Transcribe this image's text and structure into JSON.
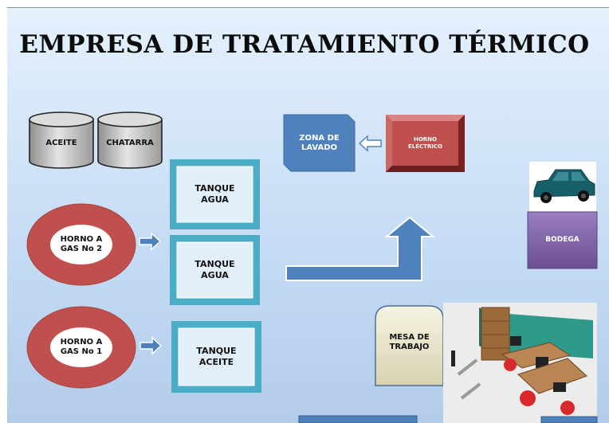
{
  "title": "EMPRESA DE TRATAMIENTO TÉRMICO",
  "storage": {
    "aceite": "ACEITE",
    "chatarra": "CHATARRA"
  },
  "furnaces": {
    "horno_gas_2": "HORNO A\nGAS No 2",
    "horno_gas_1": "HORNO A\nGAS No 1"
  },
  "tanks": {
    "tanque_agua_1": "TANQUE\nAGUA",
    "tanque_agua_2": "TANQUE\nAGUA",
    "tanque_aceite": "TANQUE\nACEITE"
  },
  "zona_lavado": "ZONA DE\nLAVADO",
  "horno_electrico": "HORNO\nELÉCTRICO",
  "bodega": "BODEGA",
  "mesa_trabajo": "MESA DE\nTRABAJO",
  "colors": {
    "furnace_ring": "#c0504d",
    "tank_border": "#4bacc6",
    "zona_lavado": "#4f81bd",
    "horno_electrico": "#c0504d",
    "bodega": "#8064a2",
    "mesa_trabajo": "#eeece1",
    "car": "#17606a"
  },
  "icons": [
    "cylinder",
    "ring",
    "right-arrow",
    "bent-arrow-up",
    "left-arrow",
    "car-icon",
    "office-desk-icon"
  ]
}
